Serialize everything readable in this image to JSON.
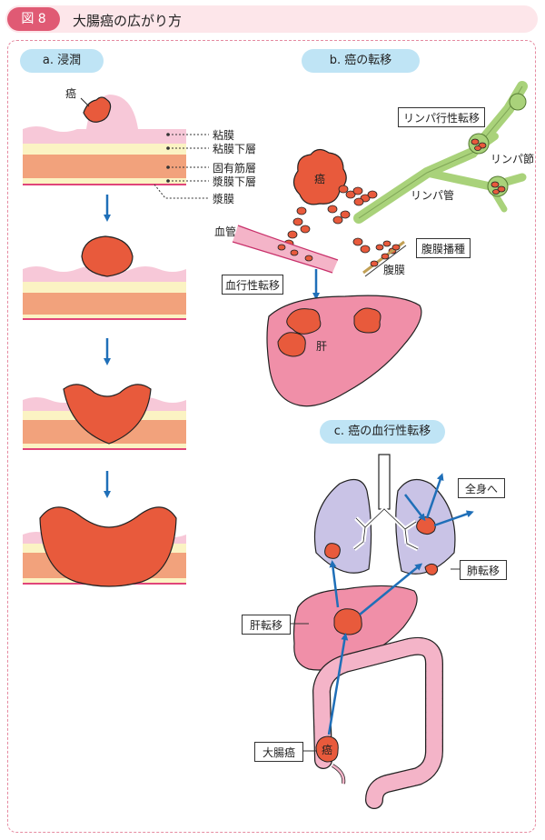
{
  "figure": {
    "number": "図 8",
    "title": "大腸癌の広がり方"
  },
  "colors": {
    "tumor": "#e85a3c",
    "mucosa": "#f7c8d8",
    "submucosa": "#fbf3c3",
    "muscle": "#f2a27c",
    "liver": "#f08fa8",
    "lung": "#c9c3e6",
    "lymph": "#a9d27a",
    "arrow": "#1f6fb8",
    "vessel": "#f4b4c8"
  },
  "panel_a": {
    "title": "a. 浸潤",
    "tumor_label": "癌",
    "layers": [
      "粘膜",
      "粘膜下層",
      "固有筋層",
      "漿膜下層",
      "漿膜"
    ]
  },
  "panel_b": {
    "title": "b. 癌の転移",
    "tumor_label": "癌",
    "lymph_metastasis": "リンパ行性転移",
    "lymph_node": "リンパ節",
    "lymph_vessel": "リンパ管",
    "blood_vessel": "血管",
    "peritoneal_dissemination": "腹膜播種",
    "peritoneum": "腹膜",
    "hematogenous": "血行性転移",
    "liver": "肝"
  },
  "panel_c": {
    "title": "c. 癌の血行性転移",
    "whole_body": "全身へ",
    "lung_metastasis": "肺転移",
    "liver_metastasis": "肝転移",
    "colon_cancer": "大腸癌",
    "tumor_label": "癌"
  }
}
